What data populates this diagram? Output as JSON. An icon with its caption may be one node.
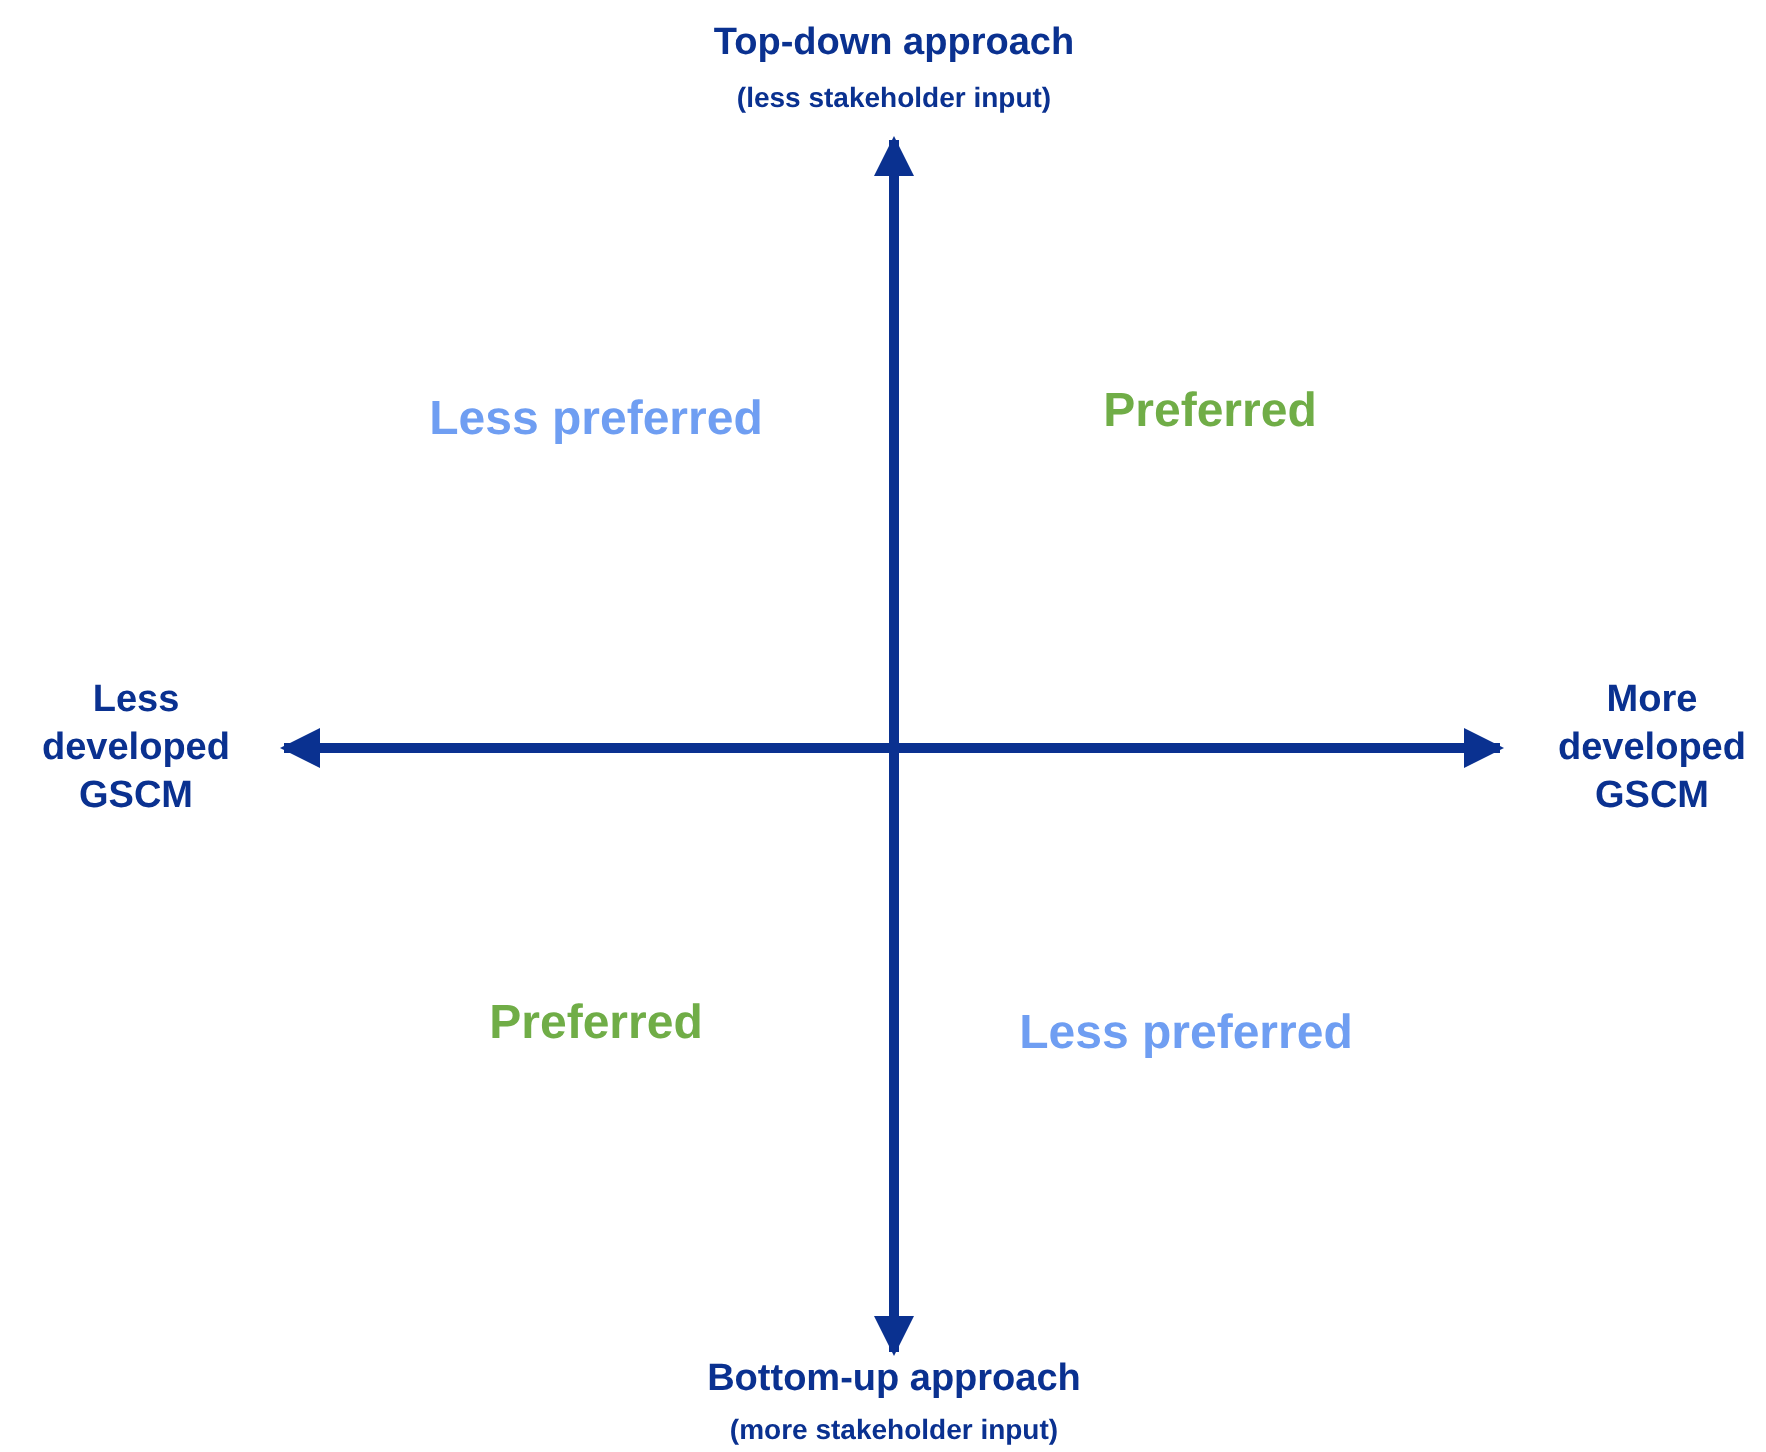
{
  "diagram": {
    "labels": [
      "Top-down approach",
      "(less stakeholder input)",
      "Less preferred",
      "Preferred",
      "Less developed GSCM",
      "More developed GSCM",
      "Preferred",
      "Less preferred",
      "Bottom-up approach",
      "(more stakeholder input)"
    ]
  }
}
